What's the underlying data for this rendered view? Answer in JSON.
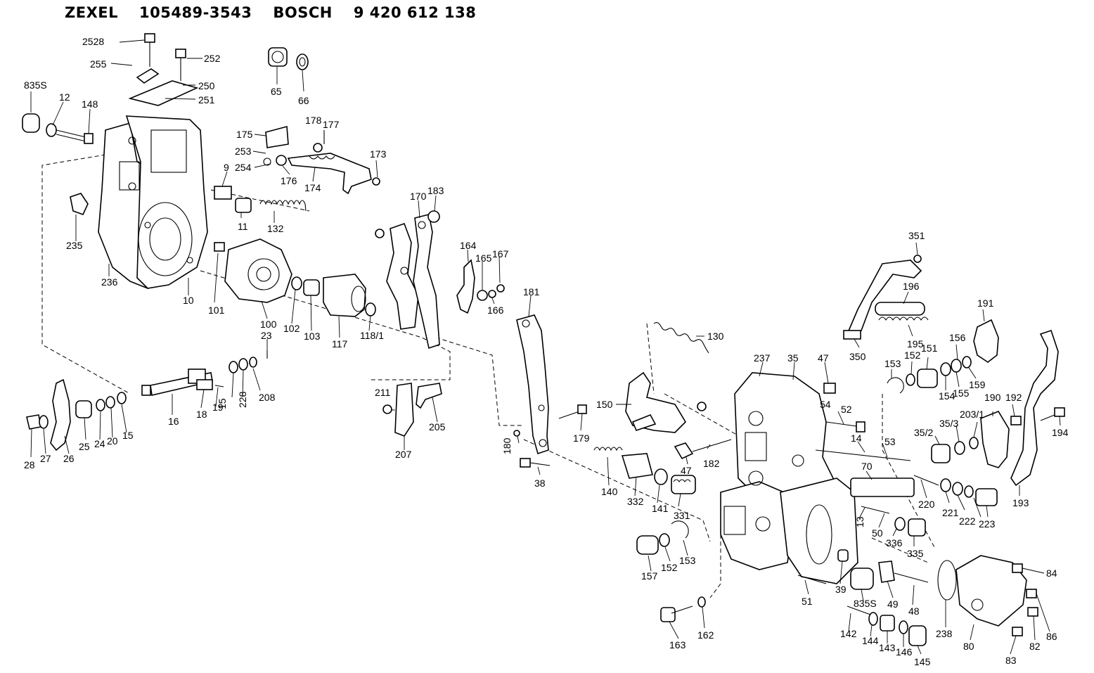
{
  "header": {
    "brand": "ZEXEL",
    "zexel_number": "105489-3543",
    "maker": "BOSCH",
    "bosch_number": "9 420 612 138"
  },
  "labels": [
    {
      "id": "p2528",
      "text": "2528"
    },
    {
      "id": "p252",
      "text": "252"
    },
    {
      "id": "p255",
      "text": "255"
    },
    {
      "id": "p250",
      "text": "250"
    },
    {
      "id": "p251",
      "text": "251"
    },
    {
      "id": "p835s_a",
      "text": "835S"
    },
    {
      "id": "p12",
      "text": "12"
    },
    {
      "id": "p148",
      "text": "148"
    },
    {
      "id": "p65",
      "text": "65"
    },
    {
      "id": "p66",
      "text": "66"
    },
    {
      "id": "p175",
      "text": "175"
    },
    {
      "id": "p178",
      "text": "178"
    },
    {
      "id": "p177",
      "text": "177"
    },
    {
      "id": "p253",
      "text": "253"
    },
    {
      "id": "p254",
      "text": "254"
    },
    {
      "id": "p176",
      "text": "176"
    },
    {
      "id": "p174",
      "text": "174"
    },
    {
      "id": "p173",
      "text": "173"
    },
    {
      "id": "p9",
      "text": "9"
    },
    {
      "id": "p11",
      "text": "11"
    },
    {
      "id": "p132",
      "text": "132"
    },
    {
      "id": "p235",
      "text": "235"
    },
    {
      "id": "p236",
      "text": "236"
    },
    {
      "id": "p10",
      "text": "10"
    },
    {
      "id": "p101",
      "text": "101"
    },
    {
      "id": "p100",
      "text": "100"
    },
    {
      "id": "p102",
      "text": "102"
    },
    {
      "id": "p103",
      "text": "103"
    },
    {
      "id": "p117",
      "text": "117"
    },
    {
      "id": "p118_1",
      "text": "118/1"
    },
    {
      "id": "p170",
      "text": "170"
    },
    {
      "id": "p183",
      "text": "183"
    },
    {
      "id": "p164",
      "text": "164"
    },
    {
      "id": "p165",
      "text": "165"
    },
    {
      "id": "p167",
      "text": "167"
    },
    {
      "id": "p166",
      "text": "166"
    },
    {
      "id": "p181",
      "text": "181"
    },
    {
      "id": "p23",
      "text": "23"
    },
    {
      "id": "p15a",
      "text": "15"
    },
    {
      "id": "p228",
      "text": "228"
    },
    {
      "id": "p208",
      "text": "208"
    },
    {
      "id": "p16",
      "text": "16"
    },
    {
      "id": "p18",
      "text": "18"
    },
    {
      "id": "p19",
      "text": "19"
    },
    {
      "id": "p28",
      "text": "28"
    },
    {
      "id": "p27",
      "text": "27"
    },
    {
      "id": "p26",
      "text": "26"
    },
    {
      "id": "p25",
      "text": "25"
    },
    {
      "id": "p24",
      "text": "24"
    },
    {
      "id": "p20",
      "text": "20"
    },
    {
      "id": "p15b",
      "text": "15"
    },
    {
      "id": "p211",
      "text": "211"
    },
    {
      "id": "p205",
      "text": "205"
    },
    {
      "id": "p207",
      "text": "207"
    },
    {
      "id": "p179",
      "text": "179"
    },
    {
      "id": "p180",
      "text": "180"
    },
    {
      "id": "p38",
      "text": "38"
    },
    {
      "id": "p130",
      "text": "130"
    },
    {
      "id": "p150",
      "text": "150"
    },
    {
      "id": "p140",
      "text": "140"
    },
    {
      "id": "p332",
      "text": "332"
    },
    {
      "id": "p141",
      "text": "141"
    },
    {
      "id": "p331",
      "text": "331"
    },
    {
      "id": "p237",
      "text": "237"
    },
    {
      "id": "p35",
      "text": "35"
    },
    {
      "id": "p47a",
      "text": "47"
    },
    {
      "id": "p54",
      "text": "54"
    },
    {
      "id": "p52",
      "text": "52"
    },
    {
      "id": "p182",
      "text": "182"
    },
    {
      "id": "p47b",
      "text": "47"
    },
    {
      "id": "p14",
      "text": "14"
    },
    {
      "id": "p53",
      "text": "53"
    },
    {
      "id": "p70",
      "text": "70"
    },
    {
      "id": "p13",
      "text": "13"
    },
    {
      "id": "p50",
      "text": "50"
    },
    {
      "id": "p336",
      "text": "336"
    },
    {
      "id": "p335",
      "text": "335"
    },
    {
      "id": "p157",
      "text": "157"
    },
    {
      "id": "p152a",
      "text": "152"
    },
    {
      "id": "p153a",
      "text": "153"
    },
    {
      "id": "p351",
      "text": "351"
    },
    {
      "id": "p196",
      "text": "196"
    },
    {
      "id": "p195",
      "text": "195"
    },
    {
      "id": "p350",
      "text": "350"
    },
    {
      "id": "p153b",
      "text": "153"
    },
    {
      "id": "p152b",
      "text": "152"
    },
    {
      "id": "p151",
      "text": "151"
    },
    {
      "id": "p154",
      "text": "154"
    },
    {
      "id": "p155",
      "text": "155"
    },
    {
      "id": "p156",
      "text": "156"
    },
    {
      "id": "p159",
      "text": "159"
    },
    {
      "id": "p191",
      "text": "191"
    },
    {
      "id": "p190",
      "text": "190"
    },
    {
      "id": "p192",
      "text": "192"
    },
    {
      "id": "p203_1",
      "text": "203/1"
    },
    {
      "id": "p35_3",
      "text": "35/3"
    },
    {
      "id": "p35_2",
      "text": "35/2"
    },
    {
      "id": "p194",
      "text": "194"
    },
    {
      "id": "p220",
      "text": "220"
    },
    {
      "id": "p221",
      "text": "221"
    },
    {
      "id": "p222",
      "text": "222"
    },
    {
      "id": "p223",
      "text": "223"
    },
    {
      "id": "p193",
      "text": "193"
    },
    {
      "id": "p39",
      "text": "39"
    },
    {
      "id": "p51",
      "text": "51"
    },
    {
      "id": "p835s_b",
      "text": "835S"
    },
    {
      "id": "p49",
      "text": "49"
    },
    {
      "id": "p48",
      "text": "48"
    },
    {
      "id": "p142",
      "text": "142"
    },
    {
      "id": "p144",
      "text": "144"
    },
    {
      "id": "p143",
      "text": "143"
    },
    {
      "id": "p146",
      "text": "146"
    },
    {
      "id": "p145",
      "text": "145"
    },
    {
      "id": "p238",
      "text": "238"
    },
    {
      "id": "p80",
      "text": "80"
    },
    {
      "id": "p84",
      "text": "84"
    },
    {
      "id": "p86",
      "text": "86"
    },
    {
      "id": "p82",
      "text": "82"
    },
    {
      "id": "p83",
      "text": "83"
    },
    {
      "id": "p162",
      "text": "162"
    },
    {
      "id": "p163",
      "text": "163"
    }
  ]
}
